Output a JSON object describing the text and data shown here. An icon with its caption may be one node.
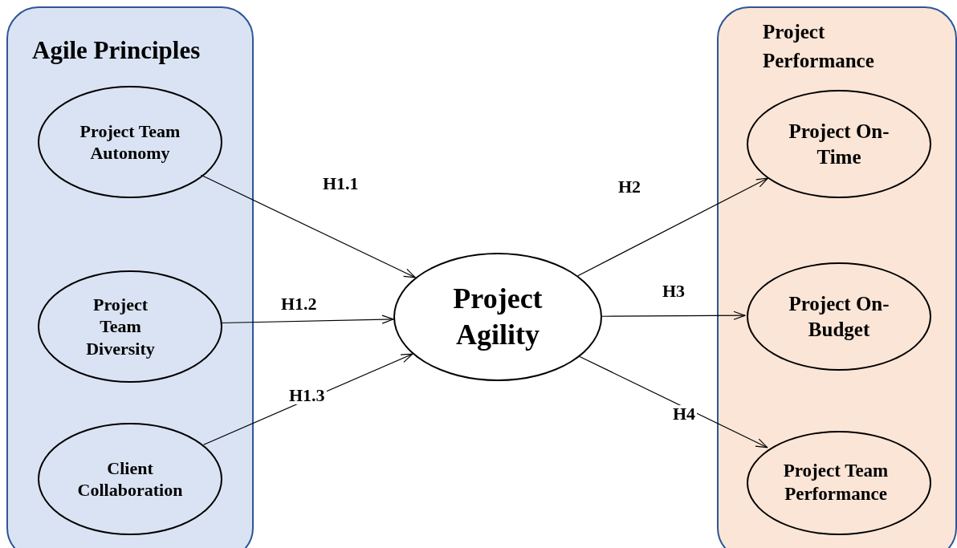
{
  "diagram": {
    "nodes": [
      {
        "text": [
          "Agile Principles"
        ]
      },
      {
        "text": [
          "Project Team Autonomy"
        ],
        "in": 0
      },
      {
        "text": [
          "Project Team Diversity"
        ],
        "in": 0
      },
      {
        "text": [
          "Client Collaboration"
        ],
        "in": 0
      },
      {
        "text": [
          "Project Agility"
        ]
      },
      {
        "text": [
          "Project Performance"
        ]
      },
      {
        "text": [
          "Project On-Time"
        ],
        "in": 5
      },
      {
        "text": [
          "Project On-Budget"
        ],
        "in": 5
      },
      {
        "text": [
          "Project Team Performance"
        ],
        "in": 5
      }
    ],
    "edges": [
      {
        "from": 1,
        "to": 4,
        "arrow": "to",
        "label": "H1.1"
      },
      {
        "from": 2,
        "to": 4,
        "arrow": "to",
        "label": "H1.2"
      },
      {
        "from": 3,
        "to": 4,
        "arrow": "to",
        "label": "H1.3"
      },
      {
        "from": 4,
        "to": 6,
        "arrow": "to",
        "label": "H2"
      },
      {
        "from": 4,
        "to": 7,
        "arrow": "to",
        "label": "H3"
      },
      {
        "from": 4,
        "to": 8,
        "arrow": "to",
        "label": "H4"
      }
    ]
  }
}
